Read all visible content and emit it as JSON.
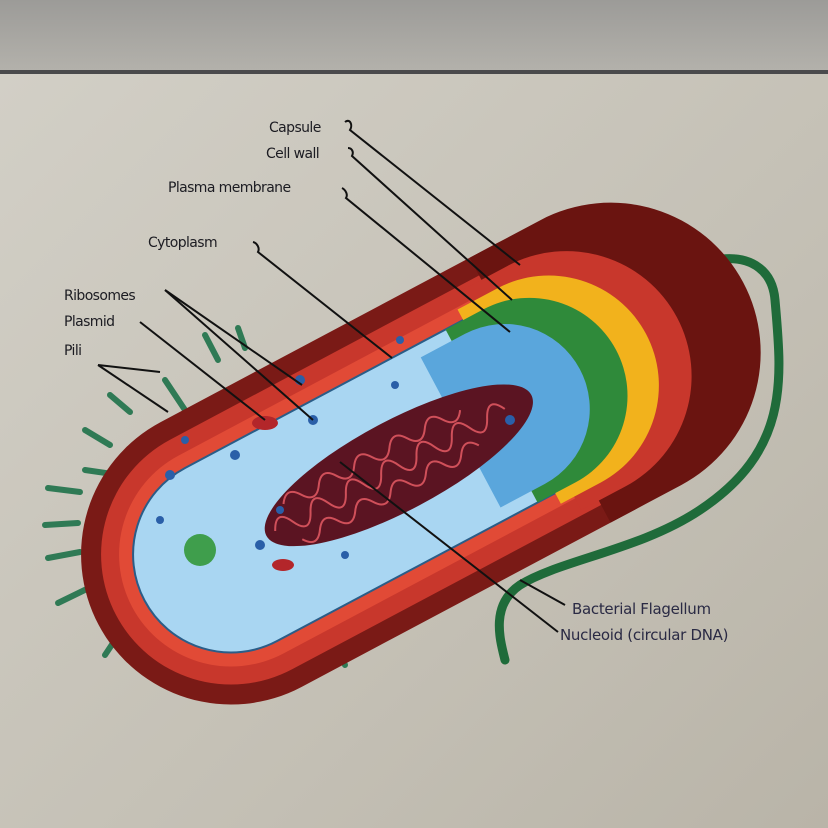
{
  "diagram": {
    "labels": {
      "capsule": "Capsule",
      "cell_wall": "Cell wall",
      "plasma_membrane": "Plasma membrane",
      "cytoplasm": "Cytoplasm",
      "ribosomes": "Ribosomes",
      "plasmid": "Plasmid",
      "pili": "Pili",
      "flagellum": "Bacterial Flagellum",
      "nucleoid": "Nucleoid (circular DNA)"
    },
    "colors": {
      "capsule": "#7a1a16",
      "cell_wall": "#c8372c",
      "membrane_band": "#f2b21c",
      "green_band": "#2f8a3a",
      "cytoplasm": "#a9d6f2",
      "dna": "#8a1c2a",
      "flagellum": "#1f6b3a"
    }
  }
}
